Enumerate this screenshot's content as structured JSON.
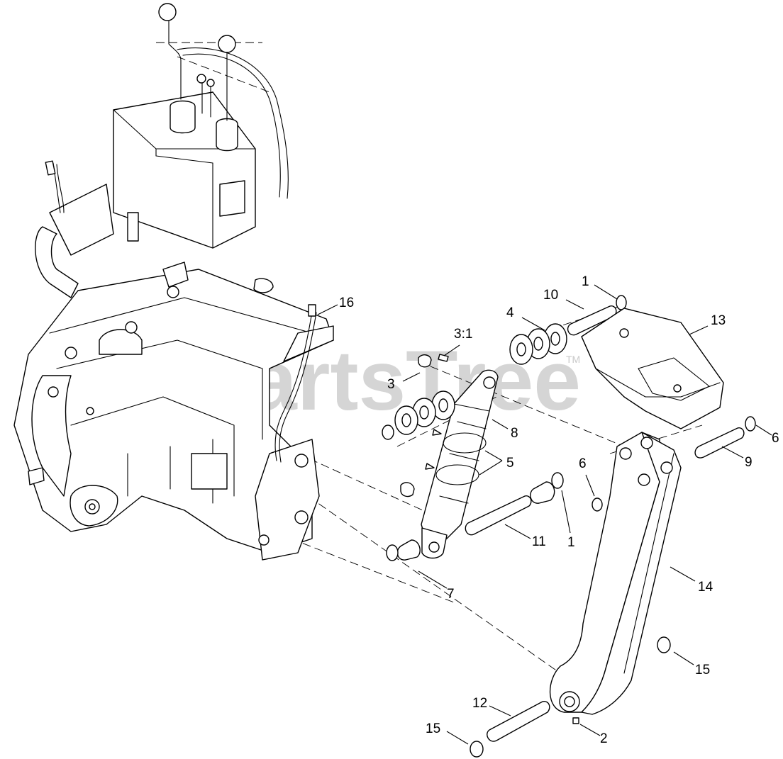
{
  "watermark": {
    "text": "PartsTree",
    "trademark": "TM"
  },
  "callouts": [
    {
      "label": "1"
    },
    {
      "label": "10"
    },
    {
      "label": "4"
    },
    {
      "label": "13"
    },
    {
      "label": "3:1"
    },
    {
      "label": "3"
    },
    {
      "label": "16"
    },
    {
      "label": "8"
    },
    {
      "label": "5"
    },
    {
      "label": "6"
    },
    {
      "label": "6"
    },
    {
      "label": "9"
    },
    {
      "label": "11"
    },
    {
      "label": "1"
    },
    {
      "label": "7"
    },
    {
      "label": "14"
    },
    {
      "label": "15"
    },
    {
      "label": "12"
    },
    {
      "label": "15"
    },
    {
      "label": "2"
    }
  ]
}
